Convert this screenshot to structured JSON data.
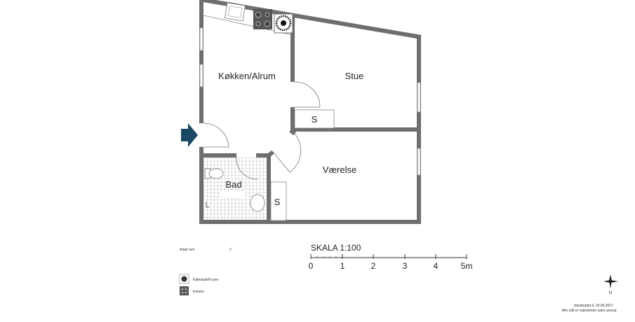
{
  "rooms": {
    "kitchen": "Køkken/Alrum",
    "living": "Stue",
    "bedroom": "Værelse",
    "bath": "Bad",
    "storage1": "S",
    "storage2": "S"
  },
  "info": {
    "room_count_label": "Antal rum",
    "room_count_value": "2"
  },
  "legend": [
    {
      "icon": "fridge-freezer-icon",
      "label": "Køleskab/Fryser"
    },
    {
      "icon": "stove-icon",
      "label": "Komfur"
    }
  ],
  "scale": {
    "title": "SKALA 1:100",
    "ticks": [
      "0",
      "1",
      "2",
      "3",
      "4",
      "5m"
    ]
  },
  "compass": {
    "north": "N"
  },
  "footer": {
    "date": "Udarbejdet d. 20.06.2017",
    "disclaimer": "Alle mål er vejledende uden ansvar."
  },
  "colors": {
    "wall": "#6e6e6e",
    "entrance_arrow": "#1b4865"
  }
}
